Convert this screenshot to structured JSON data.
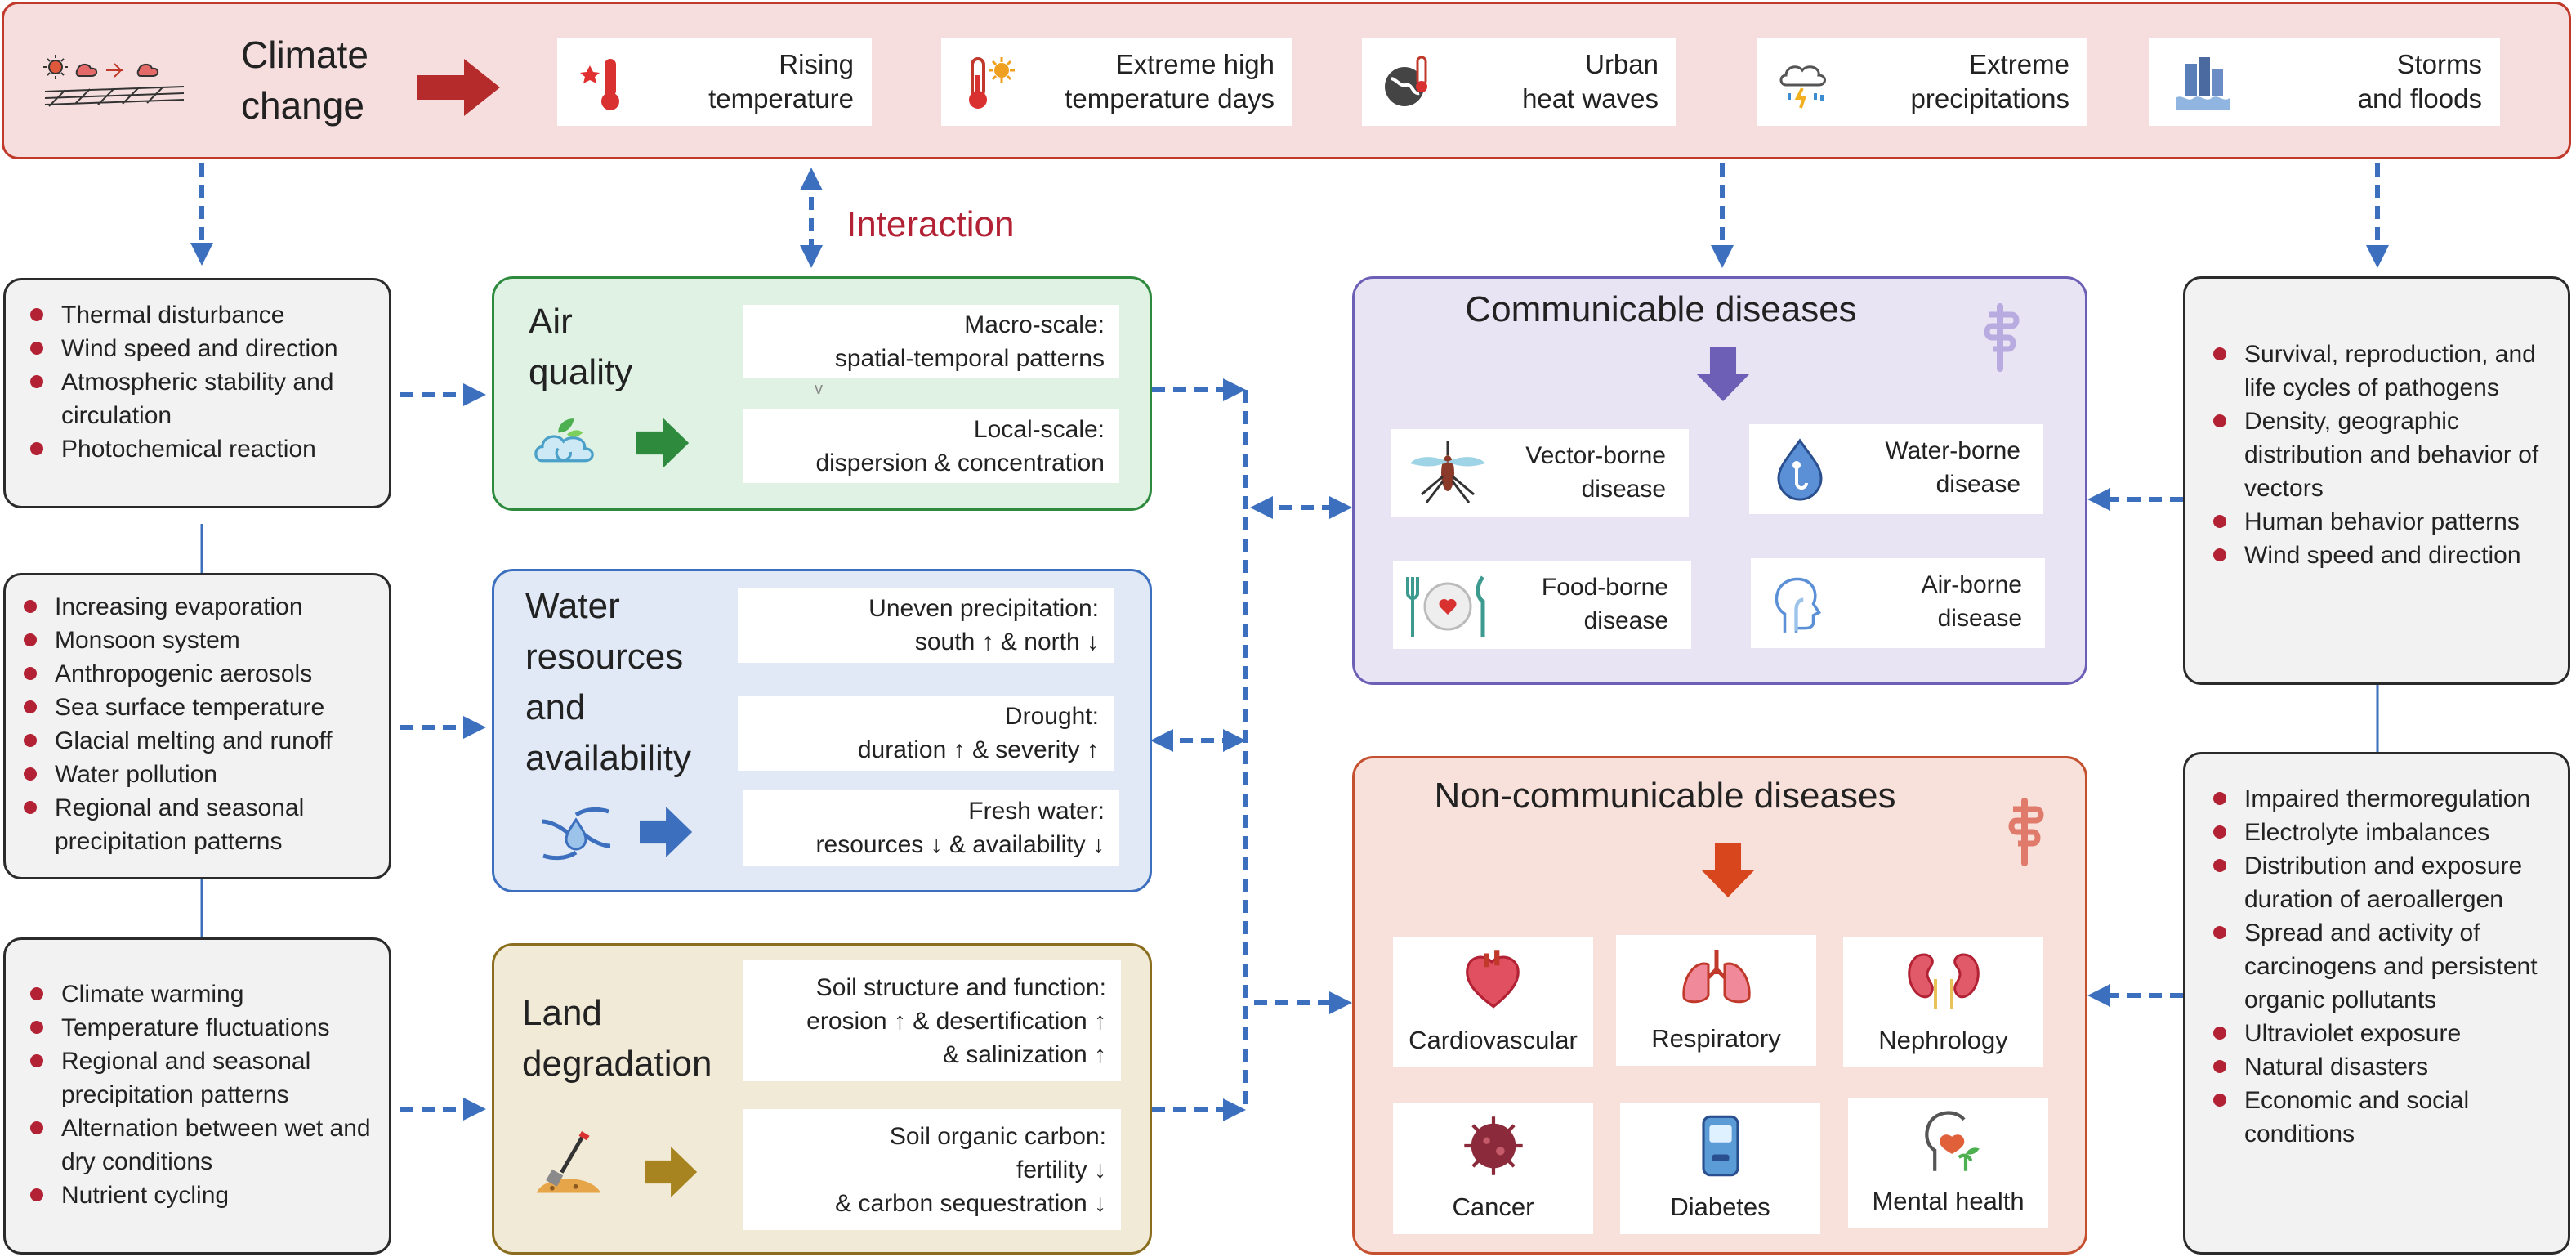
{
  "colors": {
    "banner_fill": "#f6dede",
    "banner_border": "#c0392b",
    "arrow_blue": "#3d6fbf",
    "air_fill": "#dff2e3",
    "air_border": "#2e8b3e",
    "water_fill": "#e0e9f5",
    "water_border": "#3d6fbf",
    "land_fill": "#f1ead7",
    "land_border": "#8a6d1e",
    "comm_fill": "#e8e4f3",
    "comm_border": "#6d5fb5",
    "noncomm_fill": "#f8e1db",
    "noncomm_border": "#c4502f",
    "bullet_red": "#b22234"
  },
  "climate": {
    "title": "Climate\nchange",
    "icon": "weather-icons",
    "items": [
      {
        "label": "Rising\ntemperature",
        "icon": "thermometer-icon"
      },
      {
        "label": "Extreme high\ntemperature days",
        "icon": "hot-thermometer-sun-icon"
      },
      {
        "label": "Urban\nheat waves",
        "icon": "globe-thermometer-icon"
      },
      {
        "label": "Extreme\nprecipitations",
        "icon": "storm-cloud-icon"
      },
      {
        "label": "Storms\nand floods",
        "icon": "flooded-city-icon"
      }
    ]
  },
  "interaction_label": "Interaction",
  "left_factors": [
    {
      "items": [
        "Thermal disturbance",
        "Wind speed and direction",
        "Atmospheric stability and circulation",
        "Photochemical reaction"
      ]
    },
    {
      "items": [
        "Increasing evaporation",
        "Monsoon system",
        "Anthropogenic aerosols",
        "Sea surface temperature",
        "Glacial melting and runoff",
        "Water pollution",
        "Regional and seasonal precipitation patterns"
      ]
    },
    {
      "items": [
        "Climate warming",
        "Temperature fluctuations",
        "Regional and seasonal precipitation patterns",
        "Alternation between wet and dry conditions",
        "Nutrient cycling"
      ]
    }
  ],
  "categories": {
    "air": {
      "title": "Air\nquality",
      "icon": "cloud-leaf-icon",
      "items": [
        "Macro-scale:\nspatial-temporal patterns",
        "Local-scale:\ndispersion & concentration"
      ],
      "separator": "v"
    },
    "water": {
      "title": "Water\nresources\nand\navailability",
      "icon": "hands-water-drop-icon",
      "items": [
        "Uneven precipitation:\nsouth ↑ & north ↓",
        "Drought:\nduration ↑ & severity ↑",
        "Fresh water:\nresources ↓ & availability ↓"
      ]
    },
    "land": {
      "title": "Land\ndegradation",
      "icon": "shovel-soil-icon",
      "items": [
        "Soil structure and function:\nerosion ↑ & desertification ↑\n& salinization ↑",
        "Soil organic carbon:\nfertility ↓\n& carbon sequestration ↓"
      ]
    }
  },
  "communicable": {
    "title": "Communicable diseases",
    "icon": "medical-symbol-icon",
    "items": [
      {
        "label": "Vector-borne\ndisease",
        "icon": "mosquito-icon"
      },
      {
        "label": "Water-borne\ndisease",
        "icon": "water-drop-icon"
      },
      {
        "label": "Food-borne\ndisease",
        "icon": "plate-cutlery-icon"
      },
      {
        "label": "Air-borne\ndisease",
        "icon": "head-airway-icon"
      }
    ]
  },
  "noncommunicable": {
    "title": "Non-communicable diseases",
    "icon": "medical-symbol-icon",
    "items": [
      {
        "label": "Cardiovascular",
        "icon": "heart-icon"
      },
      {
        "label": "Respiratory",
        "icon": "lungs-icon"
      },
      {
        "label": "Nephrology",
        "icon": "kidneys-icon"
      },
      {
        "label": "Cancer",
        "icon": "cancer-cell-icon"
      },
      {
        "label": "Diabetes",
        "icon": "glucose-meter-icon"
      },
      {
        "label": "Mental health",
        "icon": "heart-head-icon"
      }
    ]
  },
  "right_factors": [
    {
      "items": [
        "Survival, reproduction, and life cycles of pathogens",
        "Density, geographic distribution and behavior of vectors",
        "Human behavior patterns",
        "Wind speed and direction"
      ]
    },
    {
      "items": [
        "Impaired thermoregulation",
        "Electrolyte imbalances",
        "Distribution and exposure duration of aeroallergen",
        "Spread and activity of carcinogens and persistent organic pollutants",
        "Ultraviolet exposure",
        "Natural disasters",
        "Economic and social conditions"
      ]
    }
  ]
}
